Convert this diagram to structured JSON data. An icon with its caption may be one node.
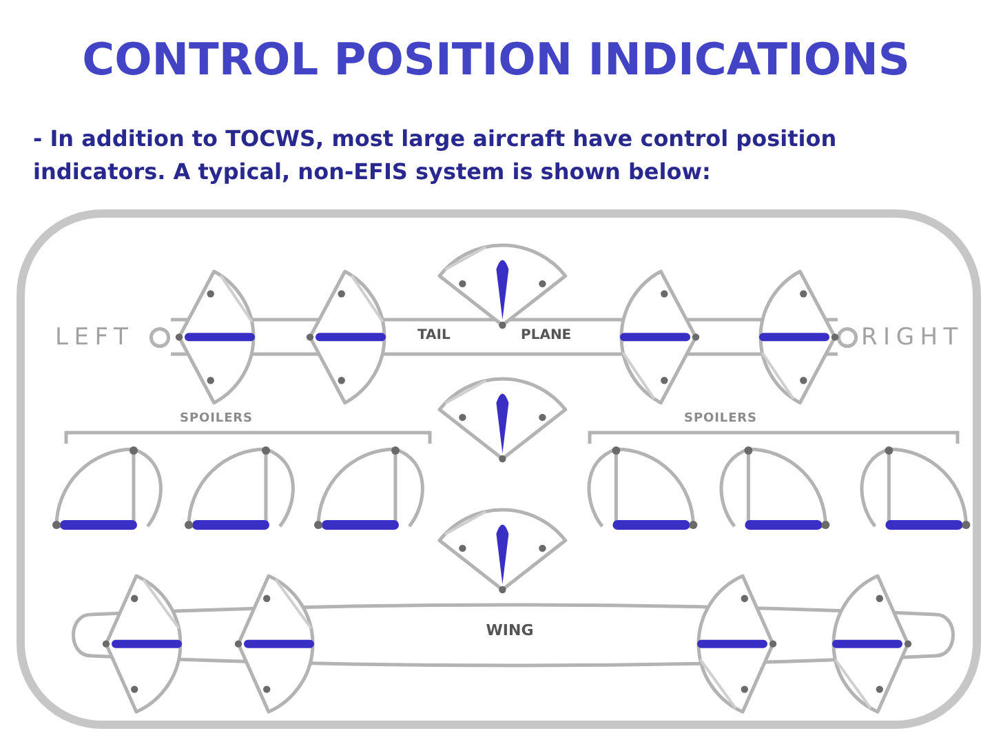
{
  "diagram": {
    "title": "CONTROL POSITION INDICATIONS",
    "nodes": [
      {
        "text": [
          "TAIL",
          "PLANE"
        ]
      },
      {
        "text": [
          "WING"
        ]
      }
    ],
    "labels": [
      "- In addition to TOCWS, most large aircraft have control position indicators. A typical, non-EFIS system is shown below:",
      "LEFT",
      "RIGHT",
      "SPOILERS",
      "SPOILERS"
    ]
  }
}
